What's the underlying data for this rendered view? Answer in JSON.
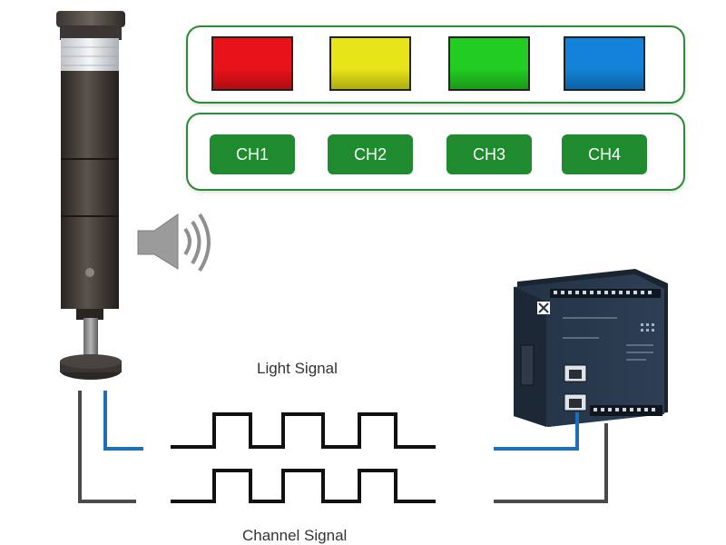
{
  "colors": {
    "swatches": [
      {
        "name": "red",
        "hex": "#e8121a"
      },
      {
        "name": "yellow",
        "hex": "#e8e41a"
      },
      {
        "name": "green",
        "hex": "#22cc22"
      },
      {
        "name": "blue",
        "hex": "#1283d8"
      }
    ],
    "accent_green": "#1f8a2e",
    "signal_blue": "#1d6fb8",
    "signal_grey": "#4a4a4a"
  },
  "channels": [
    "CH1",
    "CH2",
    "CH3",
    "CH4"
  ],
  "signals": {
    "light": "Light Signal",
    "channel": "Channel Signal"
  },
  "icons": {
    "beacon": "signal-tower-icon",
    "speaker": "speaker-icon",
    "controller": "plc-controller-icon"
  }
}
